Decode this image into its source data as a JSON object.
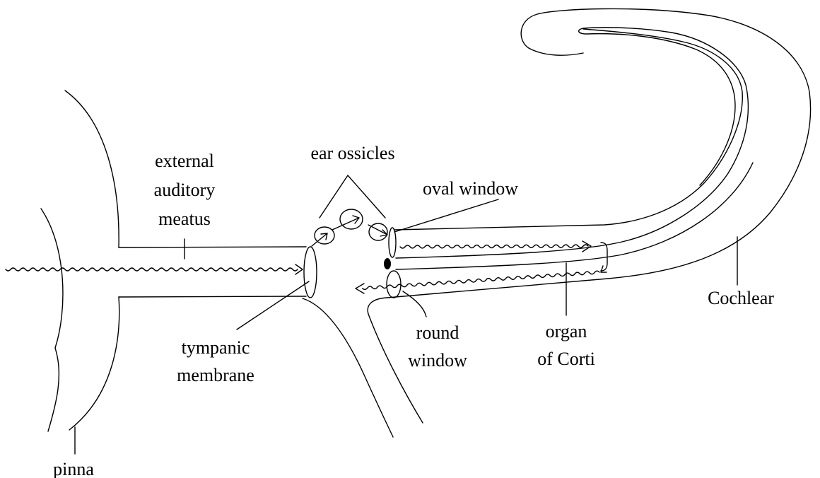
{
  "labels": {
    "external_line1": "external",
    "external_line2": "auditory",
    "external_line3": "meatus",
    "ossicles": "ear ossicles",
    "oval_window": "oval window",
    "tympanic_line1": "tympanic",
    "tympanic_line2": "membrane",
    "round_line1": "round",
    "round_line2": "window",
    "organ_line1": "organ",
    "organ_line2": "of Corti",
    "cochlear": "Cochlear",
    "pinna": "pinna"
  }
}
